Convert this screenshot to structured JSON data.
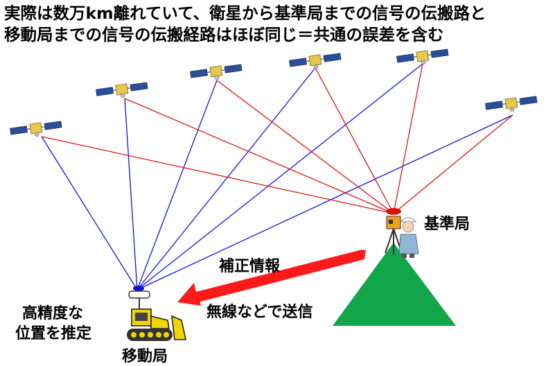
{
  "caption": {
    "line1": "実際は数万km離れていて、衛星から基準局までの信号の伝搬路と",
    "line2": "移動局までの信号の伝搬経路はほぼ同じ＝共通の誤差を含む"
  },
  "labels": {
    "base_station": "基準局",
    "correction_info": "補正情報",
    "wireless": "無線などで送信",
    "precise_position_1": "高精度な",
    "precise_position_2": "位置を推定",
    "rover": "移動局"
  },
  "colors": {
    "path_to_rover": "#1010e0",
    "path_to_base": "#e01010",
    "arrow": "#ff1a1a",
    "triangle": "#12a64a",
    "vehicle": "#f2d400"
  },
  "icons": [
    "satellite-icon",
    "survey-instrument-icon",
    "surveyor-icon",
    "bulldozer-icon",
    "gnss-antenna-icon"
  ]
}
